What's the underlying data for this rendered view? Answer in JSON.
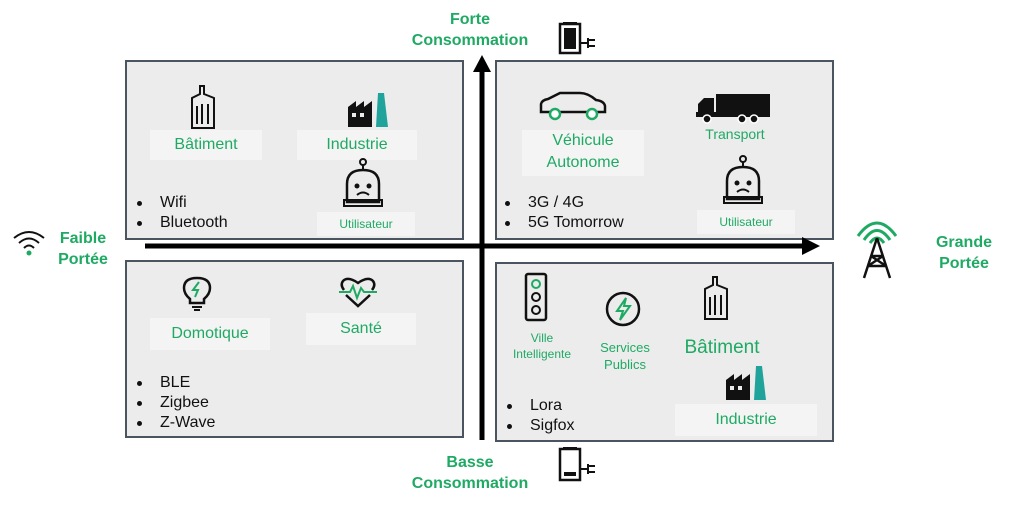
{
  "axes": {
    "top": [
      "Forte",
      "Consommation"
    ],
    "bottom": [
      "Basse",
      "Consommation"
    ],
    "left": [
      "Faible",
      "Portée"
    ],
    "right": [
      "Grande",
      "Portée"
    ]
  },
  "quadrants": {
    "top_left": {
      "items": [
        {
          "label": "Bâtiment",
          "icon": "building-icon"
        },
        {
          "label": "Industrie",
          "icon": "factory-icon"
        },
        {
          "label": "Utilisateur",
          "icon": "robot-user-icon"
        }
      ],
      "technologies": [
        "Wifi",
        "Bluetooth"
      ]
    },
    "top_right": {
      "items": [
        {
          "label": "Véhicule Autonome",
          "lines": [
            "Véhicule",
            "Autonome"
          ],
          "icon": "car-icon"
        },
        {
          "label": "Transport",
          "icon": "truck-icon"
        },
        {
          "label": "Utilisateur",
          "icon": "robot-user-icon"
        }
      ],
      "technologies": [
        "3G / 4G",
        "5G Tomorrow"
      ]
    },
    "bottom_left": {
      "items": [
        {
          "label": "Domotique",
          "icon": "lightbulb-icon"
        },
        {
          "label": "Santé",
          "icon": "heart-pulse-icon"
        }
      ],
      "technologies": [
        "BLE",
        "Zigbee",
        "Z-Wave"
      ]
    },
    "bottom_right": {
      "items": [
        {
          "label": "Ville Intelligente",
          "lines": [
            "Ville",
            "Intelligente"
          ],
          "icon": "traffic-light-icon"
        },
        {
          "label": "Services Publics",
          "lines": [
            "Services",
            "Publics"
          ],
          "icon": "energy-icon"
        },
        {
          "label": "Bâtiment",
          "icon": "building-icon"
        },
        {
          "label": "Industrie",
          "icon": "factory-icon"
        }
      ],
      "technologies": [
        "Lora",
        "Sigfox"
      ]
    }
  },
  "icons": {
    "top": "battery-full-icon",
    "bottom": "battery-low-icon",
    "left": "wifi-icon",
    "right": "antenna-tower-icon"
  },
  "colors": {
    "accent": "#1faa64",
    "teal": "#1fa39b",
    "quadrant_bg": "#ececec",
    "border": "#4a5560",
    "text": "#111111"
  }
}
